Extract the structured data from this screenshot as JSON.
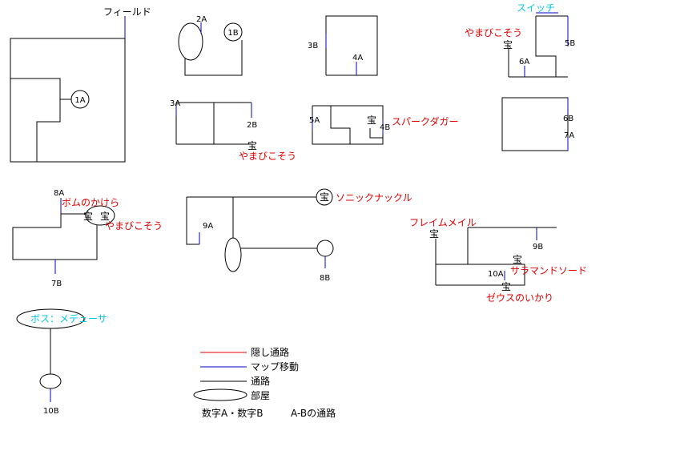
{
  "labels": {
    "field": "フィールド",
    "n1A": "1A",
    "n1B": "1B",
    "n2A": "2A",
    "n2B": "2B",
    "n3A": "3A",
    "n3B": "3B",
    "n4A": "4A",
    "n4B": "4B",
    "n5A": "5A",
    "n5B": "5B",
    "n6A": "6A",
    "n6B": "6B",
    "n7A": "7A",
    "n7B": "7B",
    "n8A": "8A",
    "n8B": "8B",
    "n9A": "9A",
    "n9B": "9B",
    "n10A": "10A",
    "n10B": "10B"
  },
  "items": {
    "switch": "スイッチ",
    "yamabiko1": "やまびこそう",
    "yamabiko2": "やまびこそう",
    "yamabiko3": "やまびこそう",
    "spark_dagger": "スパークダガー",
    "bom_no_kakera": "ボムのかけら",
    "sonic_knuckle": "ソニックナックル",
    "flame_mail": "フレイムメイル",
    "salamand_sword": "サラマンドソード",
    "zeus_ikari": "ゼウスのいかり",
    "boss": "ボス：メデューサ"
  },
  "treasure": "宝",
  "legend": {
    "hidden": "隠し通路",
    "map_move": "マップ移動",
    "path": "通路",
    "room": "部屋",
    "note_left": "数字A・数字B",
    "note_right": "A-Bの通路"
  },
  "colors": {
    "hidden_passage": "#e00000",
    "map_move": "#0000cc",
    "passage": "#000000",
    "item_text": "#e00000",
    "special_text": "#00c8e0"
  }
}
